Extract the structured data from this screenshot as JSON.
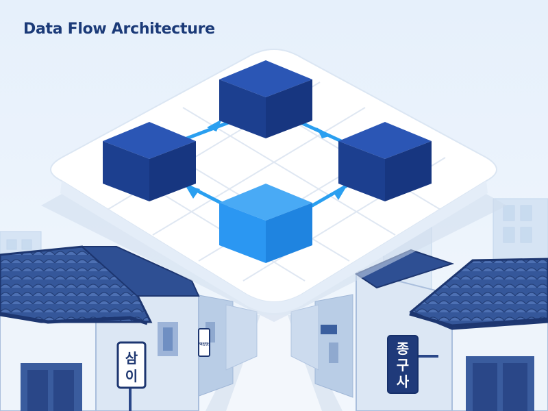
{
  "diagram": {
    "title": "Data Flow Architecture",
    "nodes": [
      {
        "id": "top",
        "role": "node"
      },
      {
        "id": "left",
        "role": "node"
      },
      {
        "id": "right",
        "role": "node"
      },
      {
        "id": "bottom",
        "role": "highlighted-node"
      }
    ],
    "edges": [
      {
        "from": "left",
        "to": "top"
      },
      {
        "from": "top",
        "to": "right"
      },
      {
        "from": "bottom",
        "to": "left"
      },
      {
        "from": "bottom",
        "to": "right"
      }
    ]
  },
  "signs": {
    "left_big": [
      "삼",
      "이"
    ],
    "left_small": "떡방앗",
    "right": [
      "종",
      "구",
      "사"
    ]
  },
  "colors": {
    "title": "#1b3a78",
    "node_dark": "#1c3f8f",
    "node_highlight": "#2b97f2",
    "arrow": "#2a9ff0",
    "platform": "#ffffff",
    "roof": "#3a5c9e",
    "background": "#eaf2fb"
  }
}
